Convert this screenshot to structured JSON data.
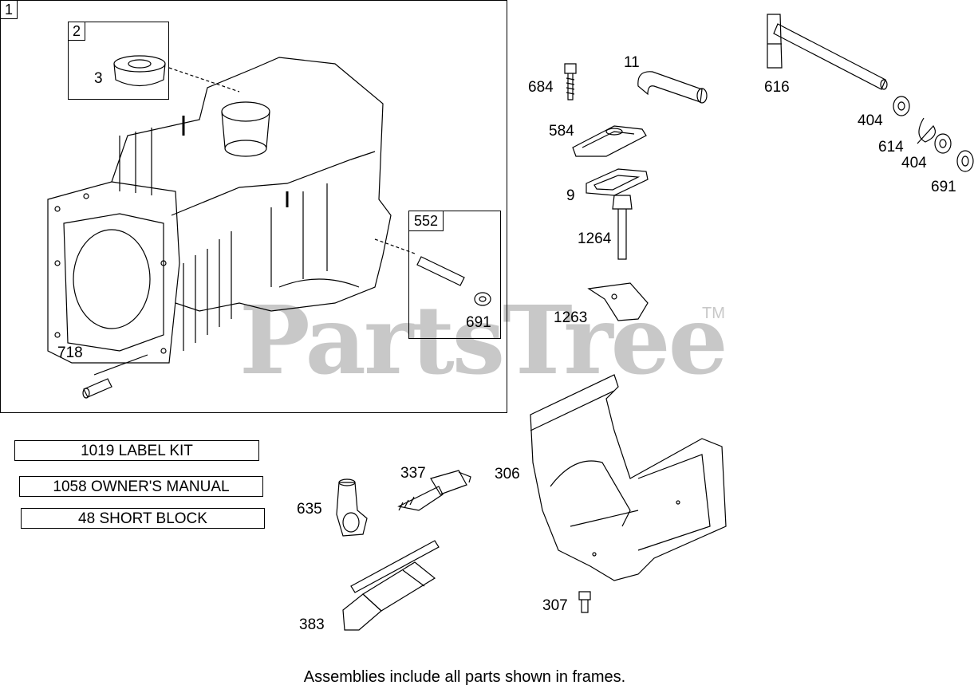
{
  "watermark": {
    "brand": "PartsTree",
    "trademark": "TM"
  },
  "frames": [
    {
      "number": "1"
    },
    {
      "number": "2"
    },
    {
      "number": "552"
    }
  ],
  "callouts": {
    "p3": "3",
    "p718": "718",
    "p691a": "691",
    "p684": "684",
    "p11": "11",
    "p584": "584",
    "p9": "9",
    "p1264": "1264",
    "p1263": "1263",
    "p616": "616",
    "p404a": "404",
    "p614": "614",
    "p404b": "404",
    "p691b": "691",
    "p337": "337",
    "p306": "306",
    "p635": "635",
    "p307": "307",
    "p383": "383"
  },
  "kits": [
    {
      "label": "1019 LABEL KIT"
    },
    {
      "label": "1058 OWNER'S MANUAL"
    },
    {
      "label": "48 SHORT BLOCK"
    }
  ],
  "caption": "Assemblies include all parts shown in frames."
}
